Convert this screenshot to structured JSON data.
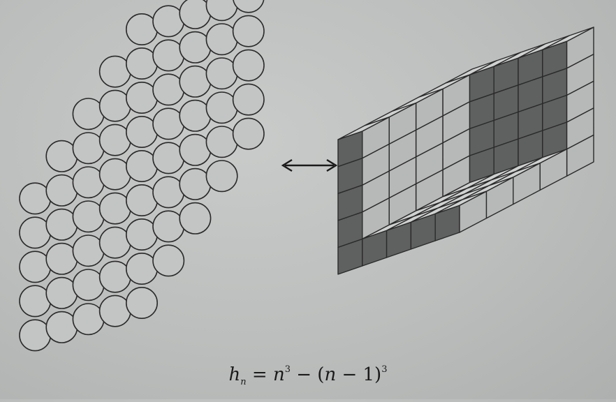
{
  "figure": {
    "hexagon": {
      "side": 5,
      "circles": 61
    },
    "cube": {
      "n": 5
    },
    "arrow": "double-headed",
    "colors": {
      "paper": "#bebfbf",
      "line": "#2a2a2a",
      "dark_face": "#5f6160",
      "mid_face": "#b7b9b8",
      "light_face": "#cfd1d0"
    }
  },
  "formula": {
    "h": "h",
    "n_sub": "n",
    "eq": " = ",
    "n": "n",
    "exp1": "3",
    "minus": " − (",
    "n2": "n",
    "minus_one": " − 1)",
    "exp2": "3"
  }
}
